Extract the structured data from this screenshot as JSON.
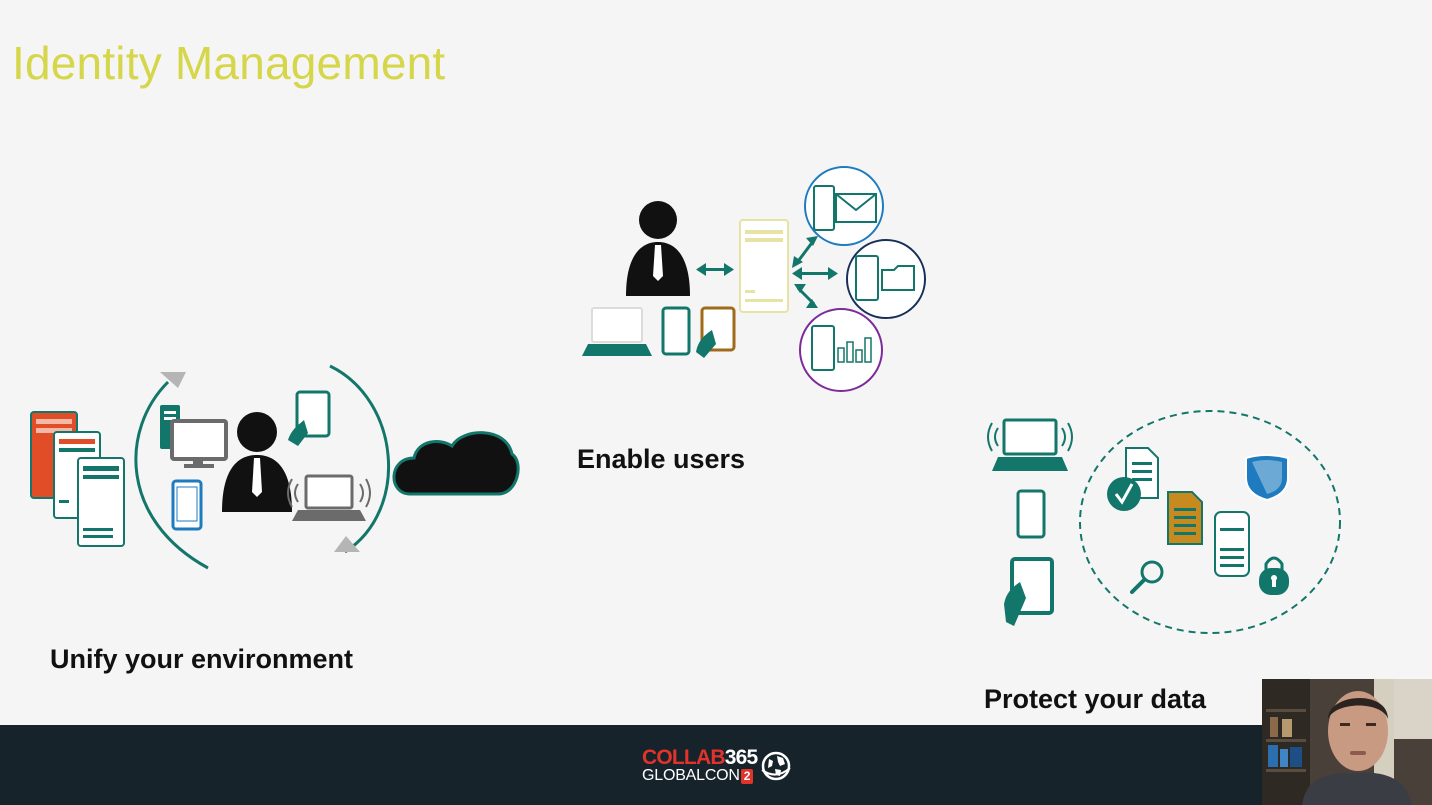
{
  "slide": {
    "title": "Identity Management",
    "captions": {
      "unify": "Unify your environment",
      "enable": "Enable users",
      "protect": "Protect your data"
    }
  },
  "footer": {
    "logo_collab": "COLLAB",
    "logo_365": "365",
    "logo_globalcon": "GLOBALCON",
    "logo_number": "2"
  },
  "colors": {
    "title": "#d6d64a",
    "teal": "#13766a",
    "orange_red": "#e04d27",
    "blue_device": "#1e7bbf",
    "footer_bg": "#16232b",
    "logo_red": "#e2332b"
  }
}
